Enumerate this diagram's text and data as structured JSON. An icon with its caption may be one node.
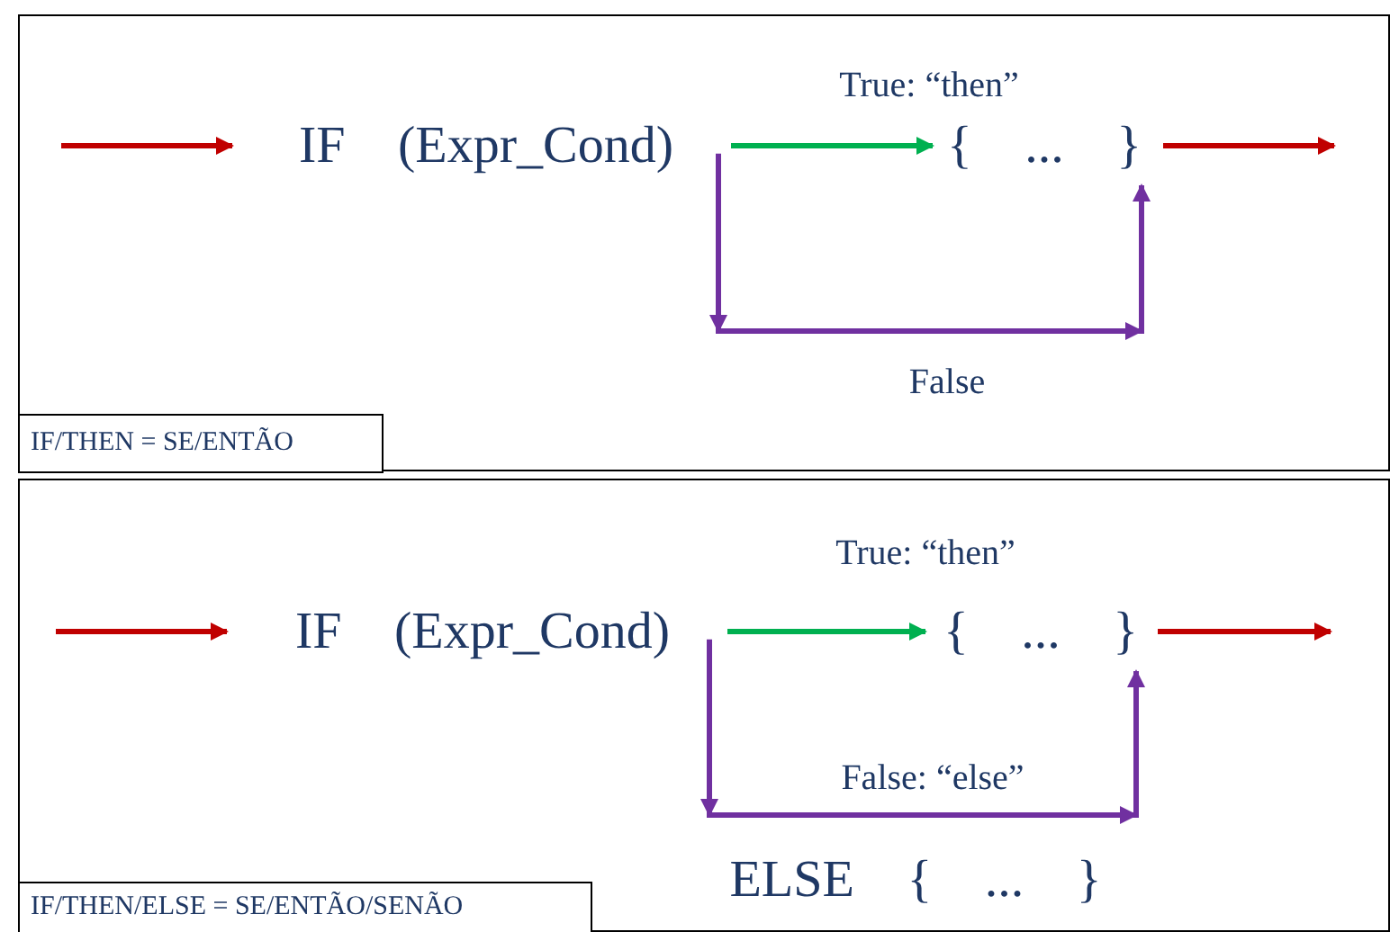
{
  "diagram": {
    "nodes": [
      {
        "text": [],
        "shape": "box"
      },
      {
        "text": [
          "IF (Expr_Cond)"
        ],
        "in": 0
      },
      {
        "text": [
          "{ ... }"
        ],
        "in": 0
      },
      {
        "text": [
          "IF/THEN = SE/ENTÃO"
        ],
        "in": 0
      },
      {
        "text": [],
        "shape": "box"
      },
      {
        "text": [
          "IF (Expr_Cond)"
        ],
        "in": 4
      },
      {
        "text": [
          "{ ... }"
        ],
        "in": 4
      },
      {
        "text": [
          "ELSE { ... }"
        ],
        "in": 4
      },
      {
        "text": [
          "IF/THEN/ELSE = SE/ENTÃO/SENÃO"
        ],
        "in": 4
      }
    ],
    "edges": [
      {
        "from": null,
        "to": 1,
        "arrow": "to"
      },
      {
        "from": 1,
        "to": 2,
        "arrow": "to",
        "label": "True: “then”",
        "color": "#00b050"
      },
      {
        "from": 1,
        "to": 2,
        "arrow": "to",
        "label": "False",
        "color": "#7030a0"
      },
      {
        "from": 2,
        "to": null,
        "arrow": "to"
      },
      {
        "from": null,
        "to": 5,
        "arrow": "to"
      },
      {
        "from": 5,
        "to": 6,
        "arrow": "to",
        "label": "True: “then”",
        "color": "#00b050"
      },
      {
        "from": 5,
        "to": 6,
        "arrow": "to",
        "label": "False: “else”",
        "color": "#7030a0"
      },
      {
        "from": 6,
        "to": null,
        "arrow": "to"
      }
    ]
  }
}
